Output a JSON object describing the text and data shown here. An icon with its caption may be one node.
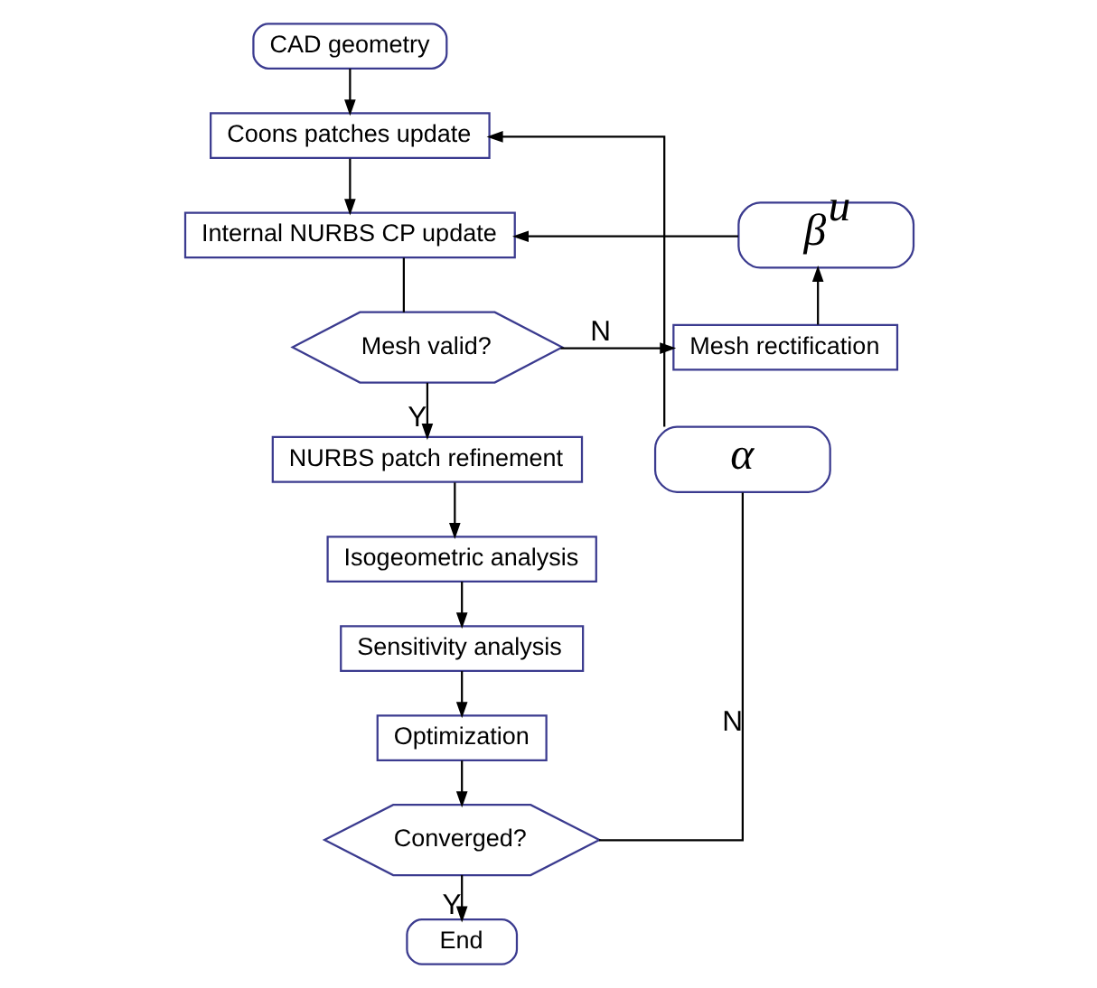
{
  "diagram": {
    "nodes": [
      {
        "text": [
          "CAD geometry"
        ]
      },
      {
        "text": [
          "Coons patches update"
        ]
      },
      {
        "text": [
          "Internal NURBS CP update"
        ]
      },
      {
        "text": [
          "Mesh valid?"
        ]
      },
      {
        "text": [
          "Mesh rectification"
        ]
      },
      {
        "text": [
          "β$^{u}$"
        ]
      },
      {
        "text": [
          "NURBS patch refinement"
        ]
      },
      {
        "text": [
          "Isogeometric analysis"
        ]
      },
      {
        "text": [
          "Sensitivity analysis"
        ]
      },
      {
        "text": [
          "Optimization"
        ]
      },
      {
        "text": [
          "Converged?"
        ]
      },
      {
        "text": [
          "End"
        ]
      },
      {
        "text": [
          "α"
        ]
      }
    ],
    "edges": [
      {
        "from": 0,
        "to": 1,
        "arrow": "to"
      },
      {
        "from": 1,
        "to": 2,
        "arrow": "to"
      },
      {
        "from": 2,
        "to": 3,
        "arrow": "none"
      },
      {
        "from": 3,
        "to": 4,
        "arrow": "to",
        "label": "N"
      },
      {
        "from": 4,
        "to": 5,
        "arrow": "to"
      },
      {
        "from": 5,
        "to": 2,
        "arrow": "to"
      },
      {
        "from": 3,
        "to": 6,
        "arrow": "to",
        "label": "Y"
      },
      {
        "from": 6,
        "to": 7,
        "arrow": "to"
      },
      {
        "from": 7,
        "to": 8,
        "arrow": "to"
      },
      {
        "from": 8,
        "to": 9,
        "arrow": "to"
      },
      {
        "from": 9,
        "to": 10,
        "arrow": "to"
      },
      {
        "from": 10,
        "to": 12,
        "arrow": "none",
        "label": "N"
      },
      {
        "from": 12,
        "to": 1,
        "arrow": "to"
      },
      {
        "from": 10,
        "to": 11,
        "arrow": "to",
        "label": "Y"
      }
    ]
  }
}
